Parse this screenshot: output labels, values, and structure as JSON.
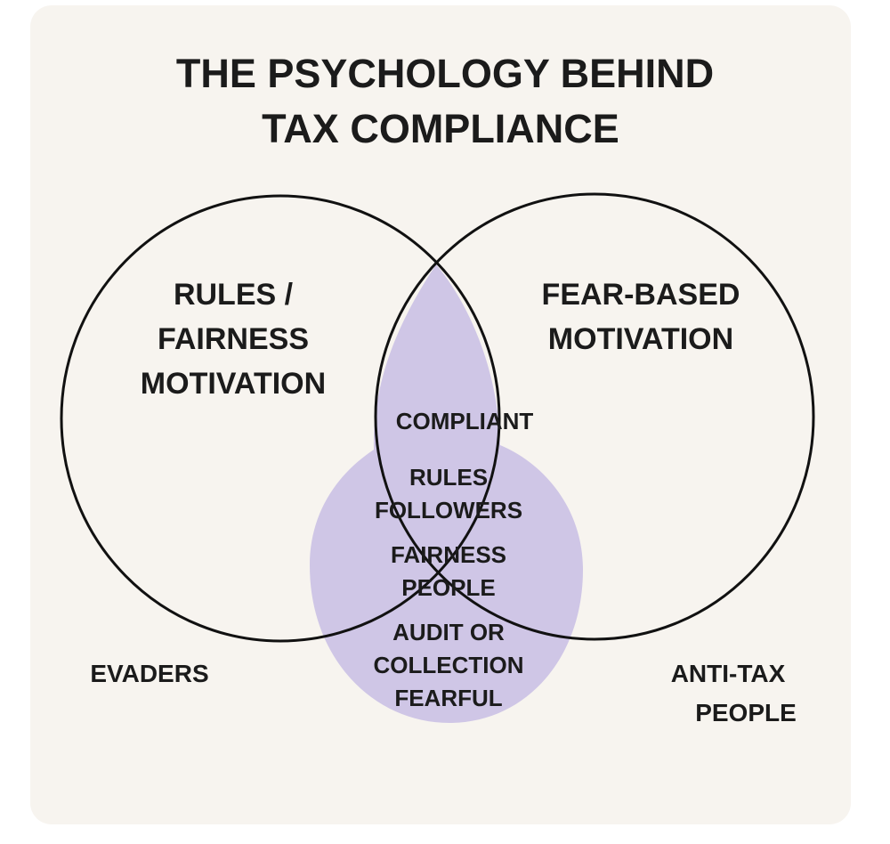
{
  "title": {
    "line1": "THE PSYCHOLOGY BEHIND",
    "line2": "TAX COMPLIANCE"
  },
  "circles": {
    "left": {
      "lines": [
        "RULES /",
        "FAIRNESS",
        "MOTIVATION"
      ]
    },
    "right": {
      "lines": [
        "FEAR-BASED",
        "MOTIVATION"
      ]
    }
  },
  "overlap": {
    "heading": "COMPLIANT",
    "groups": [
      [
        "RULES",
        "FOLLOWERS"
      ],
      [
        "FAIRNESS",
        "PEOPLE"
      ],
      [
        "AUDIT OR",
        "COLLECTION",
        "FEARFUL"
      ]
    ]
  },
  "outside": {
    "left": "EVADERS",
    "right": [
      "ANTI-TAX",
      "PEOPLE"
    ]
  },
  "colors": {
    "background": "#f7f4ef",
    "highlight": "#cfc6e6",
    "stroke": "#111111",
    "text": "#1b1b1b"
  }
}
